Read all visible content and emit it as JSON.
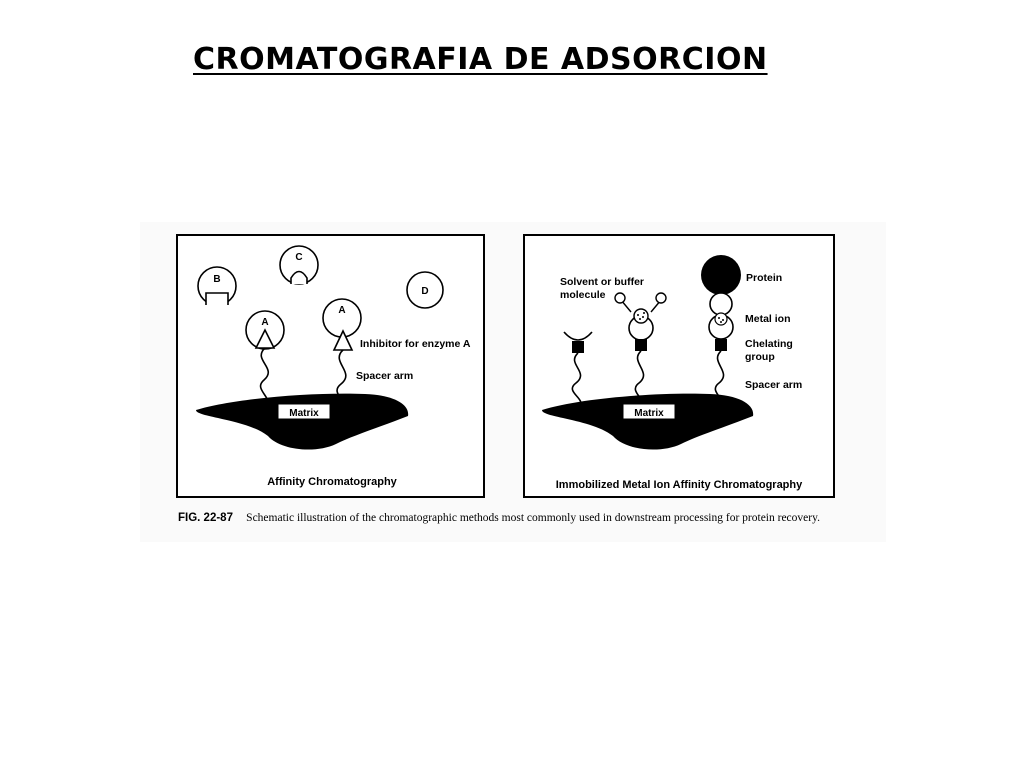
{
  "slide": {
    "title": "CROMATOGRAFIA DE ADSORCION"
  },
  "figure": {
    "left_panel": {
      "title": "Affinity Chromatography",
      "molecule_labels": [
        "A",
        "A",
        "B",
        "C",
        "D"
      ],
      "matrix_label": "Matrix",
      "labels": {
        "inhibitor": "Inhibitor for enzyme A",
        "spacer_arm": "Spacer arm"
      }
    },
    "right_panel": {
      "title": "Immobilized Metal Ion Affinity Chromatography",
      "matrix_label": "Matrix",
      "labels": {
        "solvent_line1": "Solvent or buffer",
        "solvent_line2": "molecule",
        "protein": "Protein",
        "metal_ion": "Metal ion",
        "chelating_line1": "Chelating",
        "chelating_line2": "group",
        "spacer_arm": "Spacer arm"
      }
    },
    "caption": {
      "number": "FIG. 22-87",
      "text": "Schematic illustration of the chromatographic methods most commonly used in downstream processing for protein recovery."
    }
  }
}
